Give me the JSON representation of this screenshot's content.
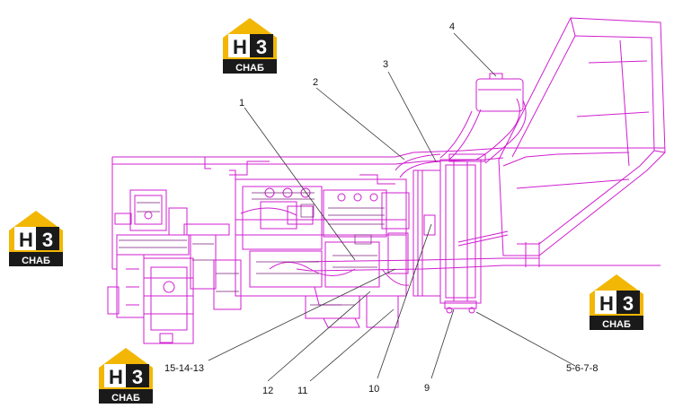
{
  "diagram": {
    "callouts": [
      "1",
      "2",
      "3",
      "4",
      "5-6-7-8",
      "9",
      "10",
      "11",
      "12",
      "15-14-13"
    ],
    "line_color": "#d01fd0",
    "leader_color": "#333333",
    "hatch_color": "#7a1f7a"
  },
  "watermark": {
    "mark": "H3",
    "caption": "СНАБ",
    "colors": {
      "roof": "#f2b705",
      "dark": "#1a1a1a",
      "light": "#ffffff"
    }
  }
}
